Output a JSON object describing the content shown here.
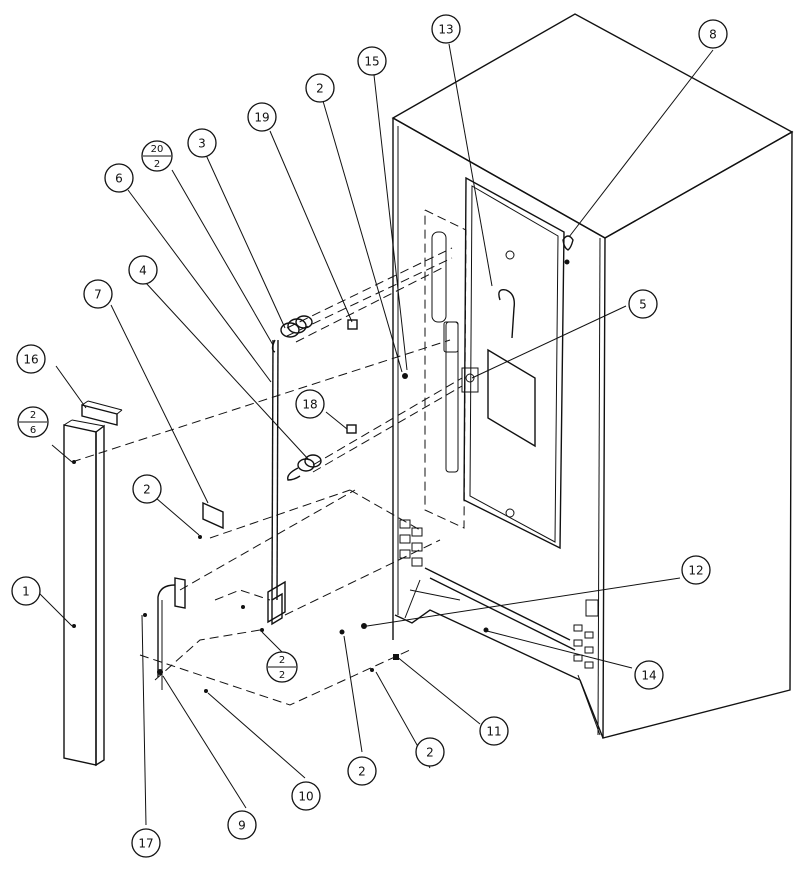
{
  "callouts": [
    {
      "id": "c1",
      "label": "1"
    },
    {
      "id": "c2a",
      "label": "2"
    },
    {
      "id": "c2b",
      "label": "2"
    },
    {
      "id": "c2c",
      "label": "2"
    },
    {
      "id": "c2d",
      "label": "2"
    },
    {
      "id": "c3",
      "label": "3"
    },
    {
      "id": "c4",
      "label": "4"
    },
    {
      "id": "c5",
      "label": "5"
    },
    {
      "id": "c6",
      "label": "6"
    },
    {
      "id": "c7",
      "label": "7"
    },
    {
      "id": "c8",
      "label": "8"
    },
    {
      "id": "c9",
      "label": "9"
    },
    {
      "id": "c10",
      "label": "10"
    },
    {
      "id": "c11",
      "label": "11"
    },
    {
      "id": "c12",
      "label": "12"
    },
    {
      "id": "c13",
      "label": "13"
    },
    {
      "id": "c14",
      "label": "14"
    },
    {
      "id": "c15",
      "label": "15"
    },
    {
      "id": "c16",
      "label": "16"
    },
    {
      "id": "c17",
      "label": "17"
    },
    {
      "id": "c18",
      "label": "18"
    },
    {
      "id": "c19",
      "label": "19"
    }
  ],
  "split_callouts": [
    {
      "id": "s20",
      "top": "20",
      "bottom": "2"
    },
    {
      "id": "s2_6",
      "top": "2",
      "bottom": "6"
    },
    {
      "id": "s2_2",
      "top": "2",
      "bottom": "2"
    }
  ]
}
